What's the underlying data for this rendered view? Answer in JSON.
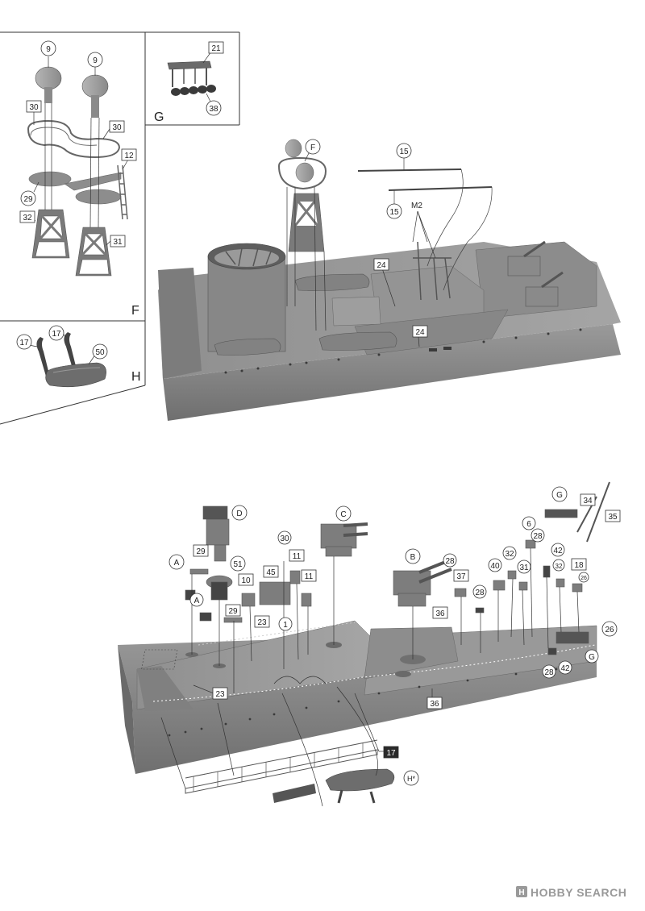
{
  "panels": {
    "f": "F",
    "g": "G",
    "h": "H"
  },
  "labels": {
    "p9a": "9",
    "p9b": "9",
    "p30a": "30",
    "p30b": "30",
    "p12": "12",
    "p29": "29",
    "p32": "32",
    "p31": "31",
    "p21": "21",
    "p38": "38",
    "p17a": "17",
    "p17b": "17",
    "p50": "50",
    "p15a": "15",
    "p15b": "15",
    "m2": "M2",
    "pF": "F",
    "p24a": "24",
    "p24b": "24",
    "bD": "D",
    "bC": "C",
    "bB": "B",
    "bG": "G",
    "bA1": "A",
    "bA2": "A",
    "b29a": "29",
    "b29b": "29",
    "b51": "51",
    "b30": "30",
    "b11a": "11",
    "b11b": "11",
    "b10": "10",
    "b45": "45",
    "b23a": "23",
    "b23b": "23",
    "b1": "1",
    "b28a": "28",
    "b28b": "28",
    "b28c": "28",
    "b28d": "28",
    "b37": "37",
    "b36a": "36",
    "b36b": "36",
    "b40": "40",
    "b32a": "32",
    "b32b": "32",
    "b31": "31",
    "b6": "6",
    "b42a": "42",
    "b42b": "42",
    "b18": "18",
    "b26a": "26",
    "b26b": "26",
    "b34": "34",
    "b35": "35",
    "b17": "17",
    "bH": "H*",
    "bGlow": "G"
  },
  "watermark": "HOBBY SEARCH",
  "colors": {
    "hull": "#8a8a8a",
    "hull_dark": "#6a6a6a",
    "deck": "#9c9c9c",
    "part": "#7d7d7d",
    "line": "#333333",
    "label_bg": "#ffffff",
    "tag_dark": "#2a2a2a",
    "watermark": "#9a9a9a"
  },
  "icons": [
    "hobby-search-logo-icon"
  ]
}
